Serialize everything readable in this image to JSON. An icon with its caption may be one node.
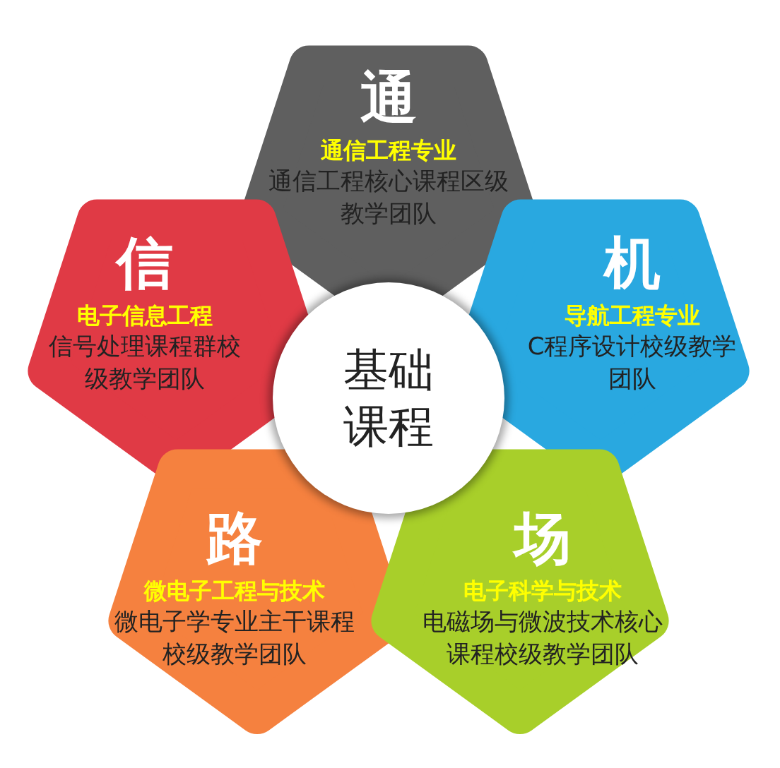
{
  "diagram": {
    "nodes": [
      {
        "text": [
          "通",
          "通信工程专业",
          "通信工程核心课程区级教学团队"
        ]
      },
      {
        "text": [
          "信",
          "电子信息工程",
          "信号处理课程群校级教学团队"
        ]
      },
      {
        "text": [
          "机",
          "导航工程专业",
          "C程序设计校级教学团队"
        ]
      },
      {
        "text": [
          "基础课程"
        ]
      },
      {
        "text": [
          "路",
          "微电子工程与技术",
          "微电子学专业主干课程校级教学团队"
        ]
      },
      {
        "text": [
          "场",
          "电子科学与技术",
          "电磁场与微波技术核心课程校级教学团队"
        ]
      }
    ]
  }
}
